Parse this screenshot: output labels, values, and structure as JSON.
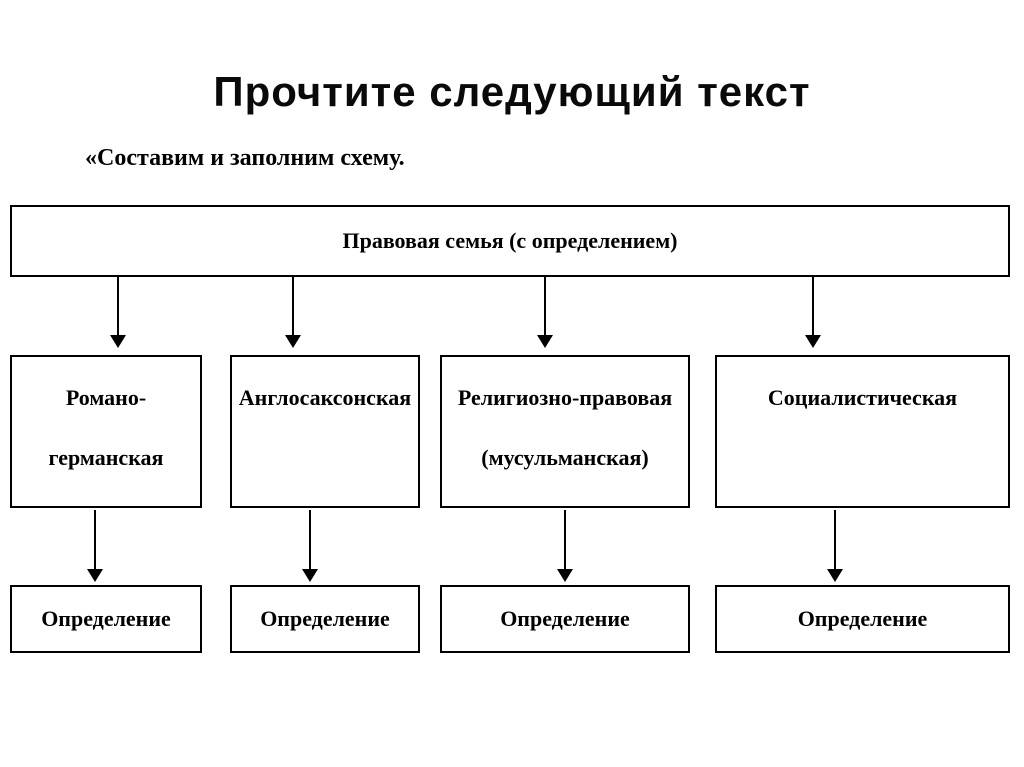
{
  "title": "Прочтите следующий текст",
  "subtitle": "«Составим и заполним схему.",
  "diagram": {
    "root": "Правовая семья (с определением)",
    "branches": [
      {
        "line1": "Романо-",
        "line2": "германская",
        "definition": "Определение"
      },
      {
        "line1": "Англосаксонская",
        "line2": "",
        "definition": "Определение"
      },
      {
        "line1": "Религиозно-правовая",
        "line2": "(мусульманская)",
        "definition": "Определение"
      },
      {
        "line1": "Социалистическая",
        "line2": "",
        "definition": "Определение"
      }
    ]
  }
}
